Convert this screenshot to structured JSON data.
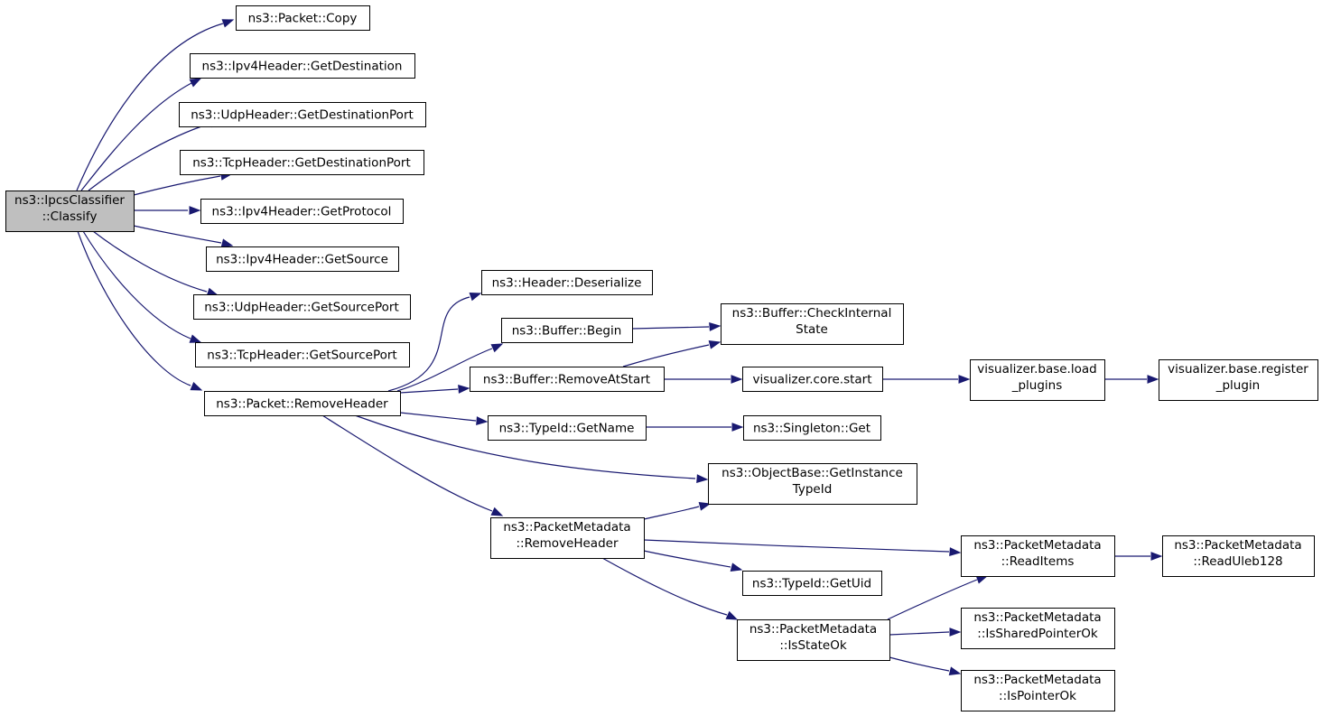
{
  "diagram": {
    "nodes": [
      {
        "id": "classify",
        "lines": [
          "ns3::IpcsClassifier",
          "::Classify"
        ],
        "root": true
      },
      {
        "id": "packet_copy",
        "lines": [
          "ns3::Packet::Copy"
        ]
      },
      {
        "id": "ipv4_getdest",
        "lines": [
          "ns3::Ipv4Header::GetDestination"
        ]
      },
      {
        "id": "udp_getdestport",
        "lines": [
          "ns3::UdpHeader::GetDestinationPort"
        ]
      },
      {
        "id": "tcp_getdestport",
        "lines": [
          "ns3::TcpHeader::GetDestinationPort"
        ]
      },
      {
        "id": "ipv4_getproto",
        "lines": [
          "ns3::Ipv4Header::GetProtocol"
        ]
      },
      {
        "id": "ipv4_getsource",
        "lines": [
          "ns3::Ipv4Header::GetSource"
        ]
      },
      {
        "id": "udp_getsrcport",
        "lines": [
          "ns3::UdpHeader::GetSourcePort"
        ]
      },
      {
        "id": "tcp_getsrcport",
        "lines": [
          "ns3::TcpHeader::GetSourcePort"
        ]
      },
      {
        "id": "packet_removeheader",
        "lines": [
          "ns3::Packet::RemoveHeader"
        ]
      },
      {
        "id": "header_deserialize",
        "lines": [
          "ns3::Header::Deserialize"
        ]
      },
      {
        "id": "buffer_begin",
        "lines": [
          "ns3::Buffer::Begin"
        ]
      },
      {
        "id": "buffer_removeatstart",
        "lines": [
          "ns3::Buffer::RemoveAtStart"
        ]
      },
      {
        "id": "typeid_getname",
        "lines": [
          "ns3::TypeId::GetName"
        ]
      },
      {
        "id": "buffer_checkinternal",
        "lines": [
          "ns3::Buffer::CheckInternal",
          "State"
        ]
      },
      {
        "id": "vis_core_start",
        "lines": [
          "visualizer.core.start"
        ]
      },
      {
        "id": "vis_base_load",
        "lines": [
          "visualizer.base.load",
          "_plugins"
        ]
      },
      {
        "id": "vis_base_register",
        "lines": [
          "visualizer.base.register",
          "_plugin"
        ]
      },
      {
        "id": "singleton_get",
        "lines": [
          "ns3::Singleton::Get"
        ]
      },
      {
        "id": "objectbase_getinstance",
        "lines": [
          "ns3::ObjectBase::GetInstance",
          "TypeId"
        ]
      },
      {
        "id": "pm_removeheader",
        "lines": [
          "ns3::PacketMetadata",
          "::RemoveHeader"
        ]
      },
      {
        "id": "typeid_getuid",
        "lines": [
          "ns3::TypeId::GetUid"
        ]
      },
      {
        "id": "pm_readitems",
        "lines": [
          "ns3::PacketMetadata",
          "::ReadItems"
        ]
      },
      {
        "id": "pm_readuleb",
        "lines": [
          "ns3::PacketMetadata",
          "::ReadUleb128"
        ]
      },
      {
        "id": "pm_isstateok",
        "lines": [
          "ns3::PacketMetadata",
          "::IsStateOk"
        ]
      },
      {
        "id": "pm_issharedptr",
        "lines": [
          "ns3::PacketMetadata",
          "::IsSharedPointerOk"
        ]
      },
      {
        "id": "pm_isptr",
        "lines": [
          "ns3::PacketMetadata",
          "::IsPointerOk"
        ]
      }
    ],
    "edges": [
      {
        "from": "classify",
        "to": "packet_copy"
      },
      {
        "from": "classify",
        "to": "ipv4_getdest"
      },
      {
        "from": "classify",
        "to": "udp_getdestport"
      },
      {
        "from": "classify",
        "to": "tcp_getdestport"
      },
      {
        "from": "classify",
        "to": "ipv4_getproto"
      },
      {
        "from": "classify",
        "to": "ipv4_getsource"
      },
      {
        "from": "classify",
        "to": "udp_getsrcport"
      },
      {
        "from": "classify",
        "to": "tcp_getsrcport"
      },
      {
        "from": "classify",
        "to": "packet_removeheader"
      },
      {
        "from": "packet_removeheader",
        "to": "header_deserialize"
      },
      {
        "from": "packet_removeheader",
        "to": "buffer_begin"
      },
      {
        "from": "packet_removeheader",
        "to": "buffer_removeatstart"
      },
      {
        "from": "packet_removeheader",
        "to": "typeid_getname"
      },
      {
        "from": "packet_removeheader",
        "to": "objectbase_getinstance"
      },
      {
        "from": "packet_removeheader",
        "to": "pm_removeheader"
      },
      {
        "from": "packet_removeheader",
        "to": "buffer_checkinternal"
      },
      {
        "from": "buffer_begin",
        "to": "buffer_checkinternal"
      },
      {
        "from": "buffer_removeatstart",
        "to": "vis_core_start"
      },
      {
        "from": "vis_core_start",
        "to": "vis_base_load"
      },
      {
        "from": "vis_base_load",
        "to": "vis_base_register"
      },
      {
        "from": "typeid_getname",
        "to": "singleton_get"
      },
      {
        "from": "pm_removeheader",
        "to": "objectbase_getinstance"
      },
      {
        "from": "pm_removeheader",
        "to": "pm_readitems"
      },
      {
        "from": "pm_removeheader",
        "to": "typeid_getuid"
      },
      {
        "from": "pm_removeheader",
        "to": "pm_isstateok"
      },
      {
        "from": "pm_readitems",
        "to": "pm_readuleb"
      },
      {
        "from": "pm_isstateok",
        "to": "pm_readitems"
      },
      {
        "from": "pm_isstateok",
        "to": "pm_issharedptr"
      },
      {
        "from": "pm_isstateok",
        "to": "pm_isptr"
      }
    ]
  },
  "colors": {
    "edge": "#191970",
    "root_fill": "#bfbfbf",
    "node_fill": "#ffffff",
    "node_border": "#000000"
  }
}
